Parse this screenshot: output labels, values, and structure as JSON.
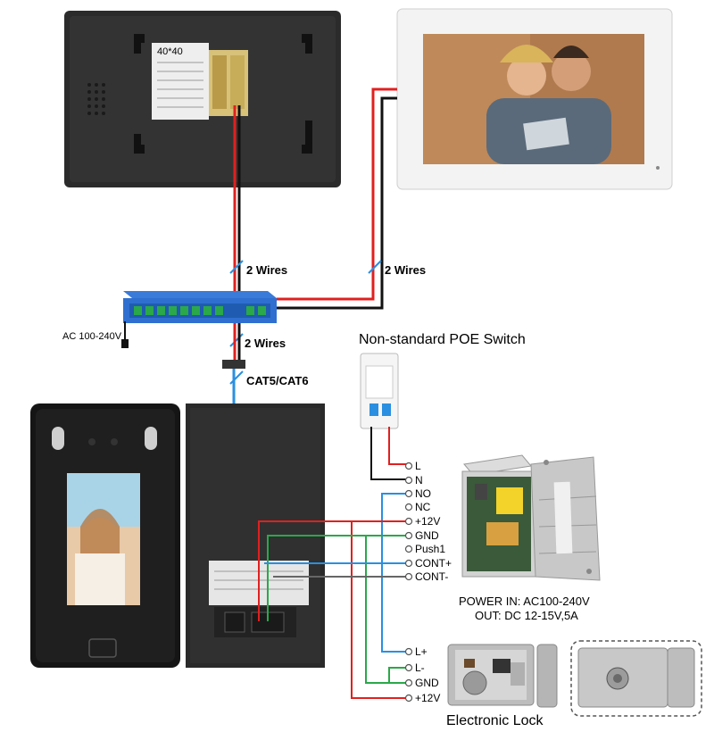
{
  "labels": {
    "wire_label_1": "2 Wires",
    "wire_label_2": "2 Wires",
    "wire_label_3": "2 Wires",
    "ac_input": "AC 100-240V",
    "cable_type": "CAT5/CAT6",
    "poe_switch": "Non-standard POE Switch",
    "power_in": "POWER  IN: AC100-240V",
    "power_out": "OUT: DC 12-15V,5A",
    "electronic_lock": "Electronic Lock",
    "monitor_sticker": "40*40"
  },
  "terminals": {
    "breaker": [
      "L",
      "N"
    ],
    "power_supply": [
      "NO",
      "NC",
      "+12V",
      "GND",
      "Push1",
      "CONT+",
      "CONT-"
    ],
    "lock": [
      "L+",
      "L-",
      "GND",
      "+12V"
    ]
  },
  "colors": {
    "red_wire": "#e02020",
    "black_wire": "#111111",
    "blue_wire": "#2a8fe0",
    "green_wire": "#2aa84a",
    "gray_wire": "#666666",
    "switch_blue": "#2f6fd0"
  }
}
